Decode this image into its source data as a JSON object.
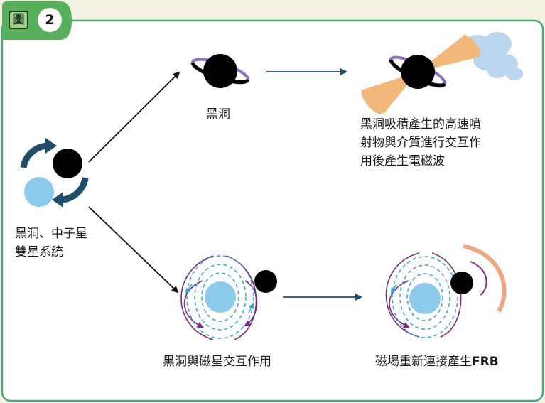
{
  "figure": {
    "badge_char": "圖",
    "badge_number": "2"
  },
  "labels": {
    "binary": [
      "黑洞、中子星",
      "雙星系統"
    ],
    "black_hole": "黑洞",
    "jet_emission": [
      "黑洞吸積產生的高速噴",
      "射物與介質進行交互作",
      "用後產生電磁波"
    ],
    "magnetar_interaction": "黑洞與磁星交互作用",
    "frb_prefix": "磁場重新連接產生",
    "frb_suffix": "FRB"
  },
  "colors": {
    "frame_green": "#48a97c",
    "tab_green": "#56b05a",
    "black_hole": "#000000",
    "neutron_star": "#8ccbec",
    "orbit_arrow": "#1f4e6b",
    "ring_purple": "#8e6cc0",
    "jet_orange": "#f2b87a",
    "cloud_blue": "#b9d6ee",
    "field_purple": "#7a2c7c",
    "field_dashed_blue": "#3aa1d6",
    "frb_arc": "#f0a57a",
    "arrow_black": "#111111",
    "arrow_navy": "#1f4e6b"
  }
}
